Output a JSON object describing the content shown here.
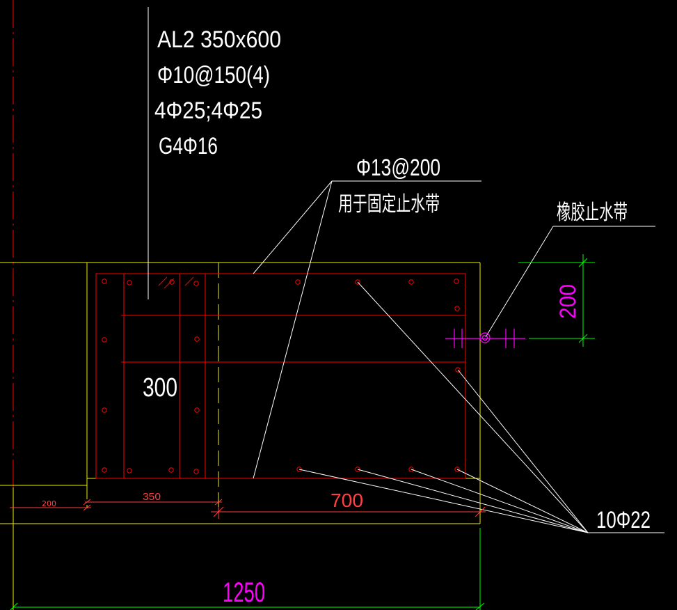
{
  "labels": {
    "beam_name": "AL2 350x600",
    "stirrup": "Φ10@150(4)",
    "main_bars": "4Φ25;4Φ25",
    "side_bars": "G4Φ16",
    "anchor_rebar": "Φ13@200",
    "anchor_note": "用于固定止水带",
    "waterstop": "橡胶止水带",
    "bottom_bars": "10Φ22",
    "dim_300": "300",
    "dim_200_vertical": "200",
    "dim_200_small": "200",
    "dim_350": "350",
    "dim_700": "700",
    "dim_1250": "1250"
  },
  "colors": {
    "background": "#000000",
    "outline": "#f0f000",
    "rebar": "#ff0000",
    "leader": "#ffffff",
    "text": "#ffffff",
    "dimension_green": "#00ff00",
    "dimension_magenta": "#ff00ff",
    "small_dimension": "#ff4040"
  }
}
